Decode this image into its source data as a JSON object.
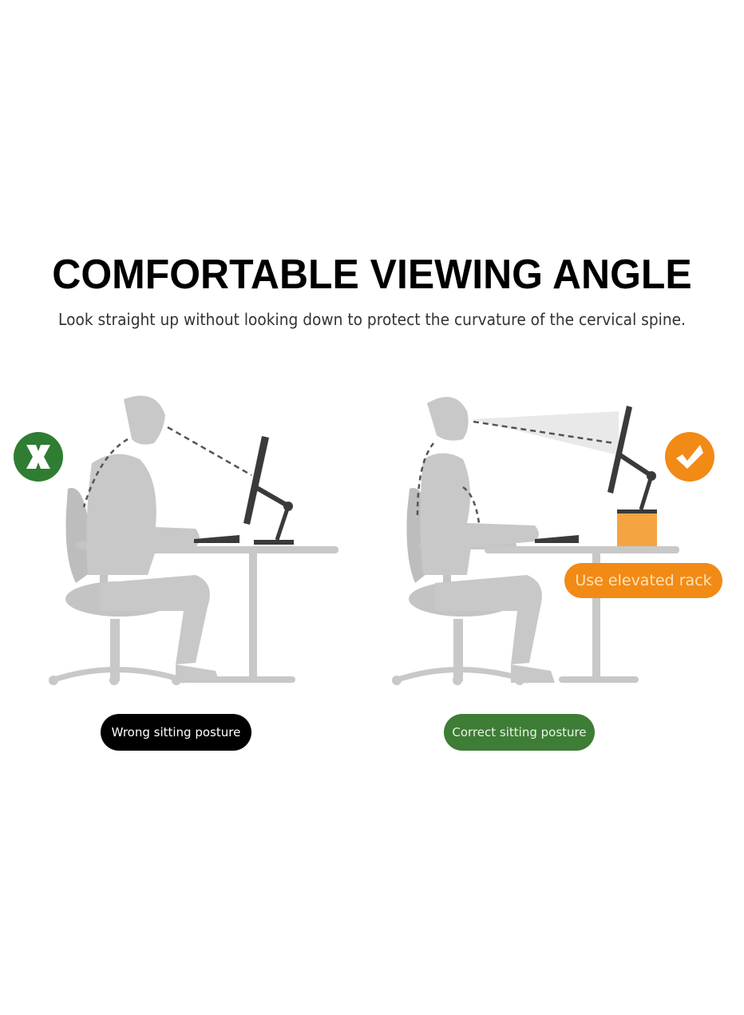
{
  "header": {
    "title": "COMFORTABLE VIEWING ANGLE",
    "subtitle": "Look straight up without looking down to protect the curvature of the cervical spine."
  },
  "panels": [
    {
      "id": "wrong",
      "badge_icon": "cross-icon",
      "badge_color": "#2e7d32",
      "caption": "Wrong sitting posture",
      "caption_bg": "#000000"
    },
    {
      "id": "correct",
      "badge_icon": "check-icon",
      "badge_color": "#f28a16",
      "caption": "Correct sitting posture",
      "caption_bg": "#3e7d35",
      "callout": "Use elevated rack",
      "callout_bg": "#f28a16"
    }
  ],
  "colors": {
    "figure": "#c8c8c8",
    "figure_dark": "#b5b5b5",
    "monitor": "#3a3a3a",
    "rack": "#f4a441"
  }
}
